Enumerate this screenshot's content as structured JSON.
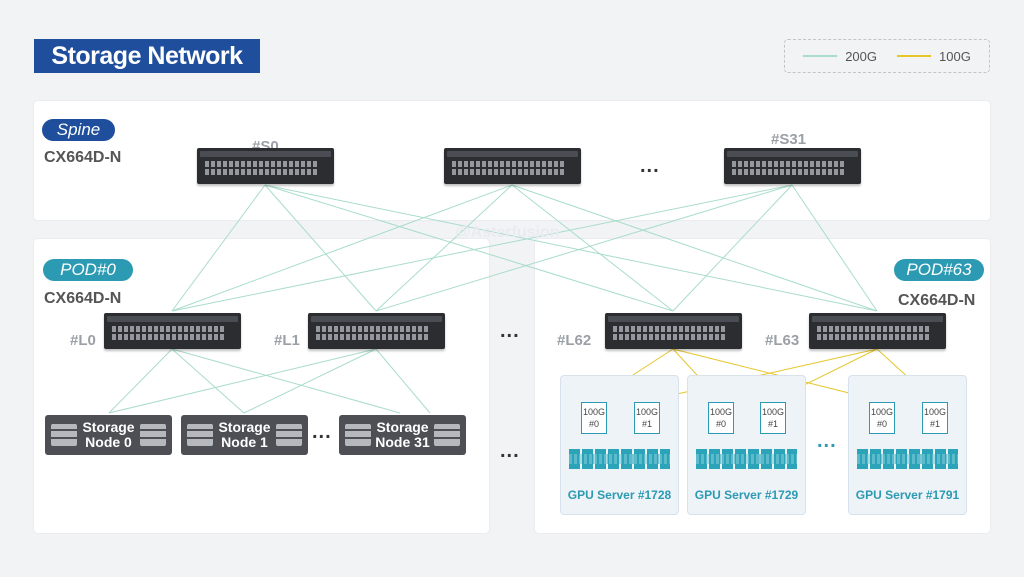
{
  "title": "Storage Network",
  "legend": [
    {
      "label": "200G",
      "color": "#a9dccb"
    },
    {
      "label": "100G",
      "color": "#e6c62b"
    }
  ],
  "spine": {
    "tag": "Spine",
    "model": "CX664D-N",
    "labels": [
      "#S0",
      "#S31"
    ],
    "ellipsis": "..."
  },
  "pod0": {
    "tag": "POD#0",
    "model": "CX664D-N",
    "leaf_labels": [
      "#L0",
      "#L1"
    ],
    "storage_nodes": [
      "Storage Node 0",
      "Storage Node 1",
      "Storage Node 31"
    ],
    "ellipsis": "..."
  },
  "pod63": {
    "tag": "POD#63",
    "model": "CX664D-N",
    "leaf_labels": [
      "#L62",
      "#L63"
    ],
    "servers": [
      {
        "name": "GPU Server #1728",
        "nics": [
          "100G #0",
          "100G #1"
        ]
      },
      {
        "name": "GPU Server #1729",
        "nics": [
          "100G #0",
          "100G #1"
        ]
      },
      {
        "name": "GPU Server #1791",
        "nics": [
          "100G #0",
          "100G #1"
        ]
      }
    ],
    "ellipsis": "..."
  },
  "between_pods_ellipsis": [
    "...",
    "..."
  ],
  "watermark": "@Asterfusion"
}
